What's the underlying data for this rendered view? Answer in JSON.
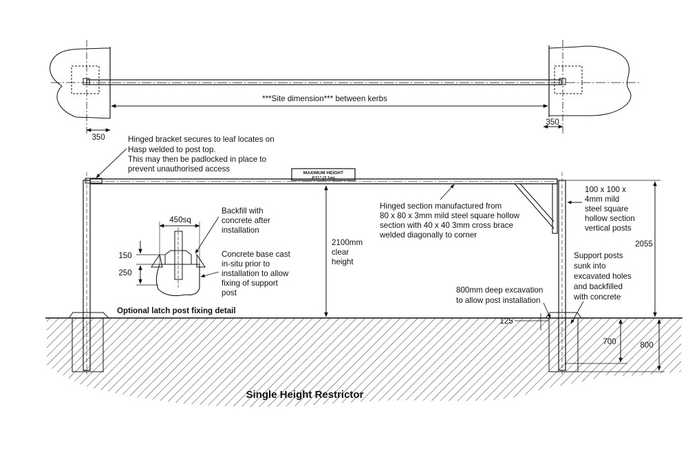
{
  "title": "Single Height Restrictor",
  "plan_view": {
    "between_kerbs": "***Site dimension*** between kerbs",
    "offset_left": "350",
    "offset_right": "350"
  },
  "sign": {
    "line1": "MAXIMUM HEIGHT",
    "line2": "6'11\" (2.1m)"
  },
  "callouts": {
    "hinged_bracket": [
      "Hinged bracket secures to leaf locates on",
      "Hasp welded to post top.",
      "This may then be padlocked in place to",
      "prevent unauthorised access"
    ],
    "clear_height": [
      "2100mm",
      "clear",
      "height"
    ],
    "hinged_section": [
      "Hinged section manufactured from",
      "80 x 80 x 3mm mild steel square hollow",
      "section with 40 x 40 3mm cross brace",
      "welded diagonally to corner"
    ],
    "posts_spec": [
      "100 x 100 x",
      "4mm mild",
      "steel square",
      "hollow section",
      "vertical posts"
    ],
    "support_posts": [
      "Support posts",
      "sunk into",
      "excavated holes",
      "and backfilled",
      "with concrete"
    ],
    "excavation": [
      "800mm deep excavation",
      "to allow post installation"
    ]
  },
  "dimensions": {
    "overall_height": "2055",
    "depth": "800",
    "embedment": "700",
    "ground_offset": "125"
  },
  "detail": {
    "caption": "Optional latch post fixing detail",
    "base_size": "450sq",
    "dim_top": "150",
    "dim_bottom": "250",
    "backfill": [
      "Backfill with",
      "concrete after",
      "installation"
    ],
    "concrete_base": [
      "Concrete base cast",
      "in-situ prior to",
      "installation to allow",
      "fixing of support",
      "post"
    ]
  }
}
